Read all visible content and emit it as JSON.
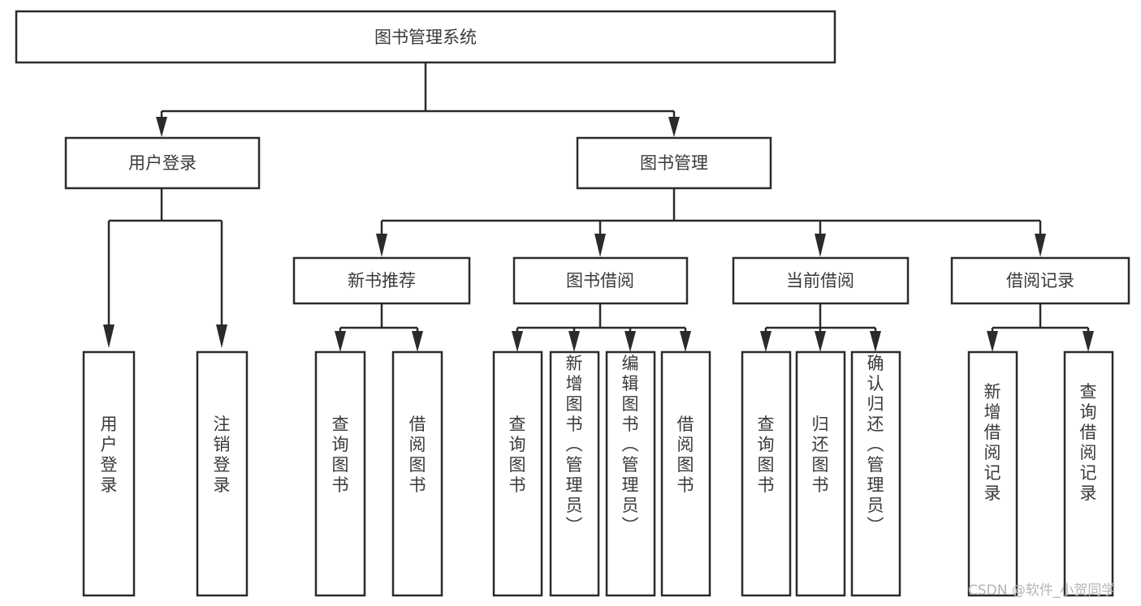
{
  "diagram": {
    "title": "图书管理系统",
    "type": "tree-hierarchy",
    "orientation": "top-down",
    "watermark": "CSDN @软件_小贺同学",
    "colors": {
      "box_stroke": "#2b2b2b",
      "box_fill": "#ffffff",
      "text": "#3a3a3a",
      "connector": "#2b2b2b",
      "background": "#ffffff",
      "watermark": "#b4b4b4"
    },
    "levels": {
      "root": "level-0",
      "modules": "level-1",
      "submodules": "level-2",
      "functions": "level-3"
    },
    "nodes": {
      "root": {
        "id": "root",
        "label": "图书管理系统",
        "orientation": "horizontal"
      },
      "level1": [
        {
          "id": "user-login",
          "label": "用户登录",
          "orientation": "horizontal"
        },
        {
          "id": "book-manage",
          "label": "图书管理",
          "orientation": "horizontal"
        }
      ],
      "level2": [
        {
          "id": "new-book-rec",
          "label": "新书推荐",
          "orientation": "horizontal",
          "parent": "book-manage"
        },
        {
          "id": "book-borrow",
          "label": "图书借阅",
          "orientation": "horizontal",
          "parent": "book-manage"
        },
        {
          "id": "current-borrow",
          "label": "当前借阅",
          "orientation": "horizontal",
          "parent": "book-manage"
        },
        {
          "id": "borrow-record",
          "label": "借阅记录",
          "orientation": "horizontal",
          "parent": "book-manage"
        }
      ],
      "leaves": [
        {
          "id": "leaf-user-login",
          "label": "用户登录",
          "orientation": "vertical",
          "parent": "user-login"
        },
        {
          "id": "leaf-logout-login",
          "label": "注销登录",
          "orientation": "vertical",
          "parent": "user-login"
        },
        {
          "id": "leaf-query-book-1",
          "label": "查询图书",
          "orientation": "vertical",
          "parent": "new-book-rec"
        },
        {
          "id": "leaf-borrow-book-1",
          "label": "借阅图书",
          "orientation": "vertical",
          "parent": "new-book-rec"
        },
        {
          "id": "leaf-query-book-2",
          "label": "查询图书",
          "orientation": "vertical",
          "parent": "book-borrow"
        },
        {
          "id": "leaf-add-book",
          "label": "新增图书（管理员）",
          "orientation": "vertical",
          "parent": "book-borrow"
        },
        {
          "id": "leaf-edit-book",
          "label": "编辑图书（管理员）",
          "orientation": "vertical",
          "parent": "book-borrow"
        },
        {
          "id": "leaf-borrow-book-2",
          "label": "借阅图书",
          "orientation": "vertical",
          "parent": "book-borrow"
        },
        {
          "id": "leaf-query-book-3",
          "label": "查询图书",
          "orientation": "vertical",
          "parent": "current-borrow"
        },
        {
          "id": "leaf-return-book",
          "label": "归还图书",
          "orientation": "vertical",
          "parent": "current-borrow"
        },
        {
          "id": "leaf-confirm-return",
          "label": "确认归还（管理员）",
          "orientation": "vertical",
          "parent": "current-borrow"
        },
        {
          "id": "leaf-add-record",
          "label": "新增借阅记录",
          "orientation": "vertical",
          "parent": "borrow-record"
        },
        {
          "id": "leaf-query-record",
          "label": "查询借阅记录",
          "orientation": "vertical",
          "parent": "borrow-record"
        }
      ]
    }
  }
}
